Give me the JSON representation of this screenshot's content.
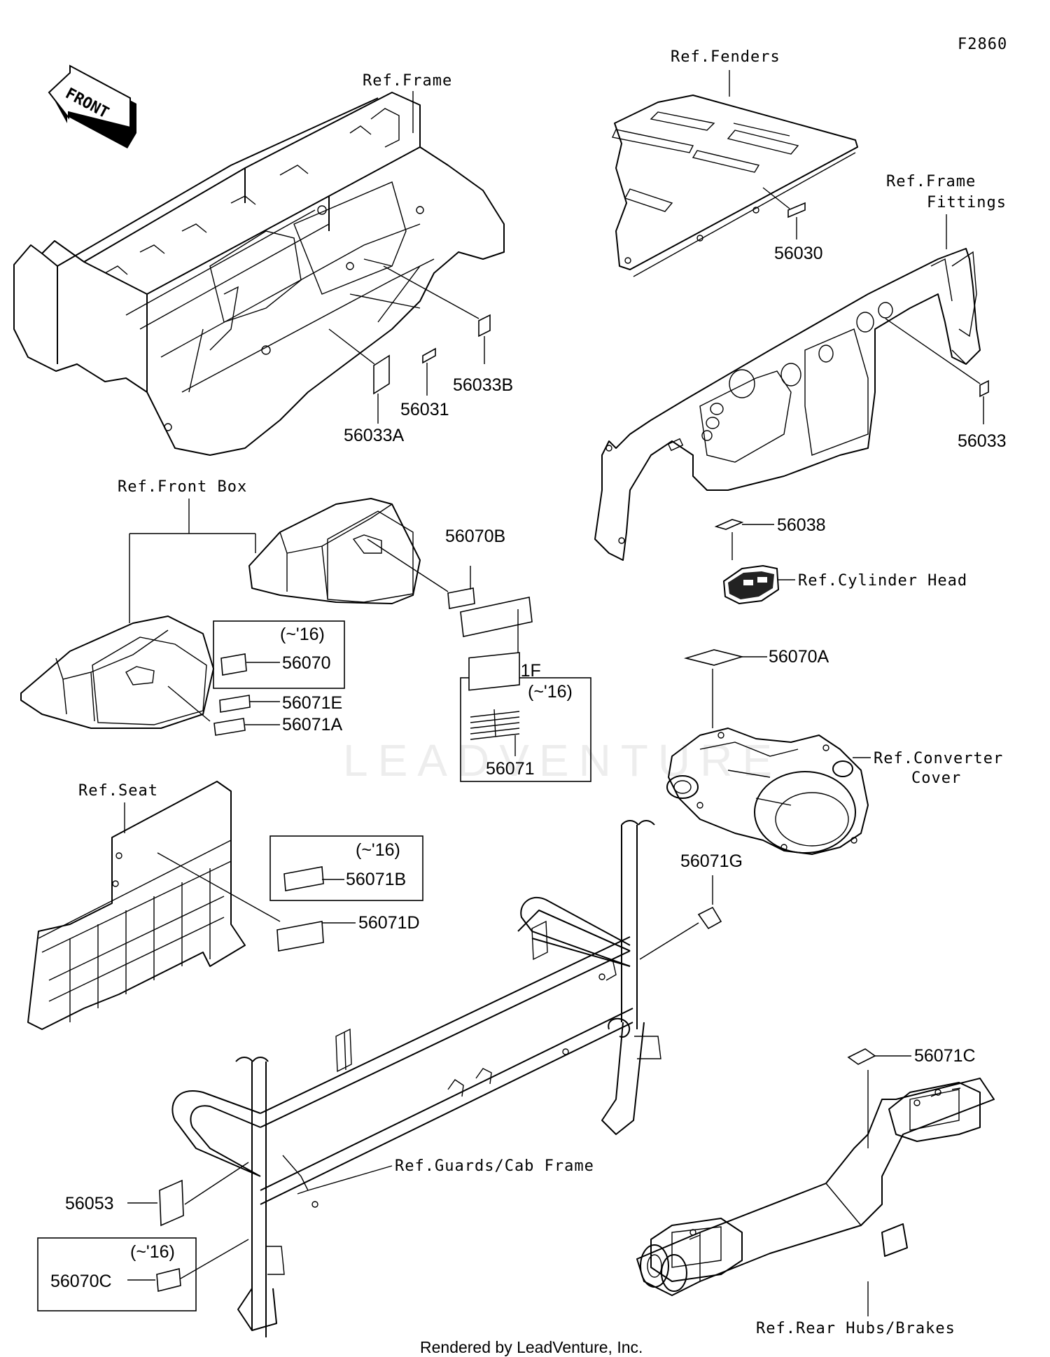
{
  "diagram_code": "F2860",
  "front_arrow": "FRONT",
  "watermark": "LEADVENTURE",
  "footer": "Rendered by LeadVenture, Inc.",
  "references": {
    "frame": "Ref.Frame",
    "fenders": "Ref.Fenders",
    "frame_fittings_1": "Ref.Frame",
    "frame_fittings_2": "Fittings",
    "front_box": "Ref.Front Box",
    "cylinder_head": "Ref.Cylinder Head",
    "converter_cover_1": "Ref.Converter",
    "converter_cover_2": "Cover",
    "seat": "Ref.Seat",
    "guards_cab_frame": "Ref.Guards/Cab Frame",
    "rear_hubs_brakes": "Ref.Rear Hubs/Brakes"
  },
  "notes": {
    "year_56070": "(~'16)",
    "year_56071": "(~'16)",
    "year_56071b": "(~'16)",
    "year_56070c": "(~'16)"
  },
  "parts": {
    "p56033A": "56033A",
    "p56031": "56031",
    "p56033B": "56033B",
    "p56030": "56030",
    "p56033": "56033",
    "p56038": "56038",
    "p56070B": "56070B",
    "p56071F": "56071F",
    "p56070": "56070",
    "p56071E": "56071E",
    "p56071A": "56071A",
    "p56071": "56071",
    "p56070A": "56070A",
    "p56071B": "56071B",
    "p56071D": "56071D",
    "p56071G": "56071G",
    "p56071C": "56071C",
    "p56053": "56053",
    "p56070C": "56070C"
  }
}
